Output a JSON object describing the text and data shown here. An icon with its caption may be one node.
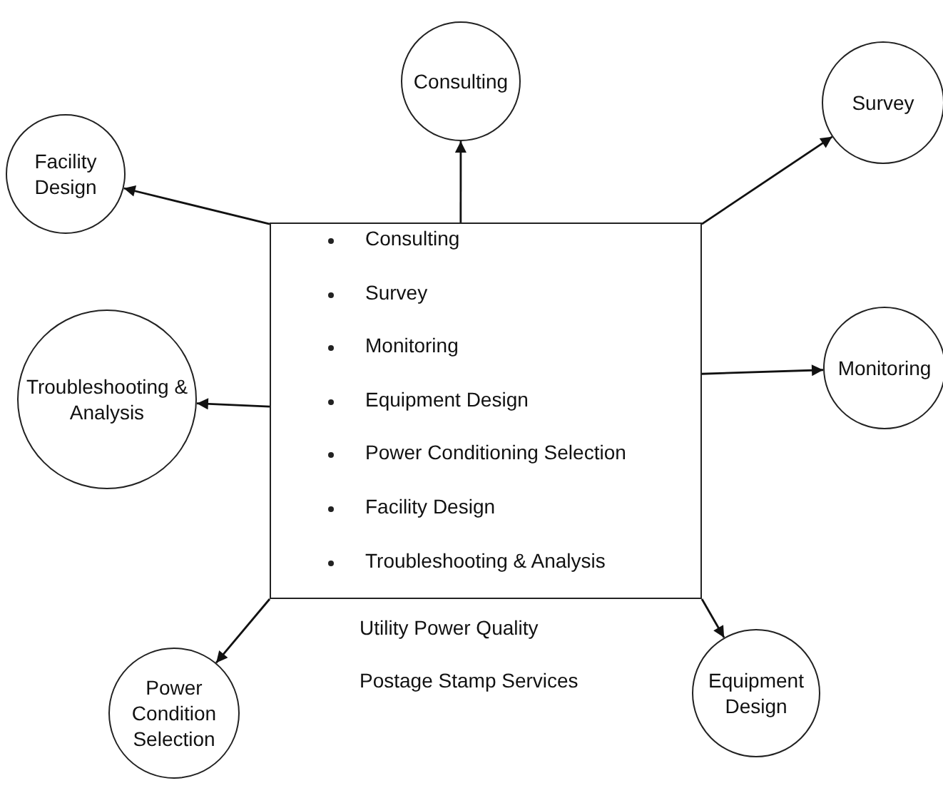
{
  "diagram": {
    "nodes": [
      {
        "text": [
          "Consulting",
          "Survey",
          "Monitoring",
          "Equipment Design",
          "Power Conditioning Selection",
          "Facility Design",
          "Troubleshooting & Analysis"
        ],
        "beside": [
          "Utility Power Quality",
          "Postage Stamp Services"
        ]
      },
      {
        "text": [
          "Facility Design"
        ]
      },
      {
        "text": [
          "Consulting"
        ]
      },
      {
        "text": [
          "Survey"
        ]
      },
      {
        "text": [
          "Troubleshooting & Analysis"
        ]
      },
      {
        "text": [
          "Monitoring"
        ]
      },
      {
        "text": [
          "Power Condition Selection"
        ]
      },
      {
        "text": [
          "Equipment Design"
        ]
      }
    ],
    "edges": [
      {
        "from": 0,
        "to": 1,
        "arrow": "to"
      },
      {
        "from": 0,
        "to": 2,
        "arrow": "to"
      },
      {
        "from": 0,
        "to": 3,
        "arrow": "to"
      },
      {
        "from": 0,
        "to": 4,
        "arrow": "to"
      },
      {
        "from": 0,
        "to": 5,
        "arrow": "to"
      },
      {
        "from": 0,
        "to": 6,
        "arrow": "to"
      },
      {
        "from": 0,
        "to": 7,
        "arrow": "to"
      }
    ]
  }
}
